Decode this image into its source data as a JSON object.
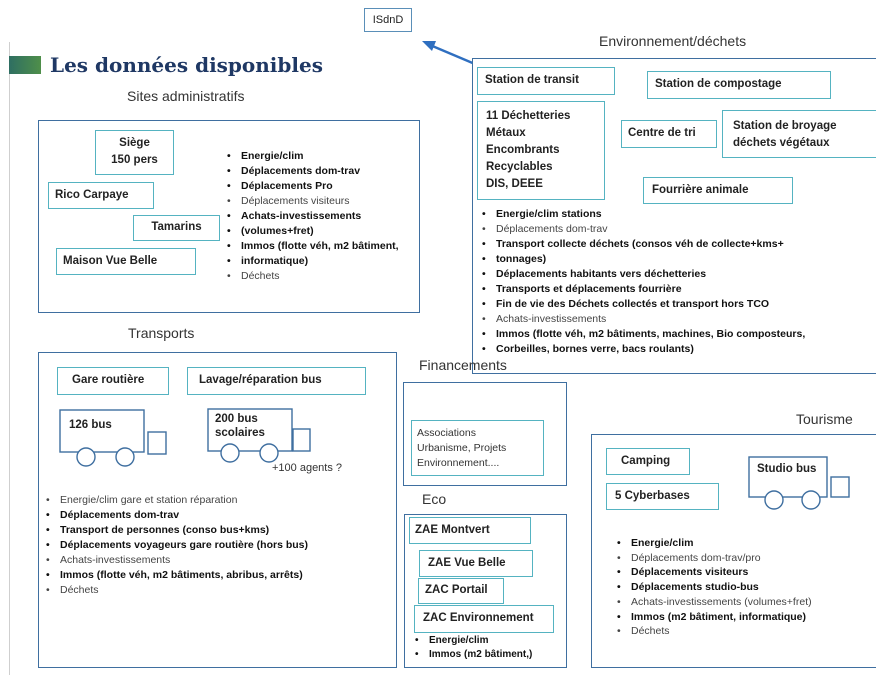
{
  "page_title": "Les données disponibles",
  "isdnd_label": "ISdnD",
  "sections": {
    "sites_admin": {
      "title": "Sites administratifs",
      "boxes": [
        "Siège",
        "150 pers",
        "Rico  Carpaye",
        "Tamarins",
        "Maison Vue Belle"
      ],
      "bullets": [
        {
          "text": "Energie/clim",
          "bold": true
        },
        {
          "text": "Déplacements dom-trav",
          "bold": true
        },
        {
          "text": "Déplacements Pro",
          "bold": true
        },
        {
          "text": "Déplacements visiteurs",
          "bold": false
        },
        {
          "text": "Achats-investissements",
          "bold": true
        },
        {
          "text": "(volumes+fret)",
          "bold": true
        },
        {
          "text": "Immos (flotte véh, m2 bâtiment,",
          "bold": true
        },
        {
          "text": "informatique)",
          "bold": true
        },
        {
          "text": "Déchets",
          "bold": false
        }
      ]
    },
    "environnement": {
      "title": "Environnement/déchets",
      "boxes": {
        "station_transit": "Station de transit",
        "station_compostage": "Station de compostage",
        "dechetteries": [
          "11 Déchetteries",
          "Métaux",
          "Encombrants",
          "Recyclables",
          "DIS, DEEE"
        ],
        "centre_tri": "Centre de tri",
        "station_broyage": [
          "Station de broyage",
          "déchets végétaux"
        ],
        "fourriere": "Fourrière animale"
      },
      "bullets": [
        {
          "text": "Energie/clim stations",
          "bold": true
        },
        {
          "text": "Déplacements dom-trav",
          "bold": false
        },
        {
          "text": "Transport collecte déchets (consos véh de collecte+kms+",
          "bold": true
        },
        {
          "text": "tonnages)",
          "bold": true
        },
        {
          "text": "Déplacements habitants vers déchetteries",
          "bold": true
        },
        {
          "text": "Transports et déplacements fourrière",
          "bold": true
        },
        {
          "text": "Fin de vie des Déchets collectés et transport hors TCO",
          "bold": true
        },
        {
          "text": "Achats-investissements",
          "bold": false
        },
        {
          "text": "Immos (flotte véh, m2 bâtiments, machines, Bio composteurs,",
          "bold": true
        },
        {
          "text": "Corbeilles, bornes verre, bacs roulants)",
          "bold": true
        }
      ]
    },
    "transports": {
      "title": "Transports",
      "boxes": {
        "gare": "Gare routière",
        "lavage": "Lavage/réparation bus"
      },
      "bus1": "126 bus",
      "bus2": [
        "200 bus",
        "scolaires"
      ],
      "agents_note": "+100 agents ?",
      "bullets": [
        {
          "text": "Energie/clim gare et station réparation",
          "bold": false
        },
        {
          "text": "Déplacements dom-trav",
          "bold": true
        },
        {
          "text": "Transport de personnes (conso bus+kms)",
          "bold": true
        },
        {
          "text": "Déplacements voyageurs gare routière (hors bus)",
          "bold": true
        },
        {
          "text": "Achats-investissements",
          "bold": false
        },
        {
          "text": "Immos (flotte véh, m2 bâtiments, abribus, arrêts)",
          "bold": true
        },
        {
          "text": "Déchets",
          "bold": false
        }
      ]
    },
    "financements": {
      "title": "Financements",
      "lines": [
        "Associations",
        "Urbanisme, Projets",
        "Environnement...."
      ]
    },
    "eco": {
      "title": "Eco",
      "boxes": [
        "ZAE Montvert",
        "ZAE Vue Belle",
        "ZAC Portail",
        "ZAC Environnement"
      ],
      "bullets": [
        {
          "text": "Energie/clim",
          "bold": true
        },
        {
          "text": "Immos (m2 bâtiment,)",
          "bold": true
        }
      ]
    },
    "tourisme": {
      "title": "Tourisme",
      "boxes": {
        "camping": "Camping",
        "cyberbases": "5 Cyberbases"
      },
      "studio_bus": "Studio bus",
      "bullets": [
        {
          "text": "Energie/clim",
          "bold": true
        },
        {
          "text": "Déplacements dom-trav/pro",
          "bold": false
        },
        {
          "text": "Déplacements visiteurs",
          "bold": true
        },
        {
          "text": "Déplacements studio-bus",
          "bold": true
        },
        {
          "text": "Achats-investissements (volumes+fret)",
          "bold": false
        },
        {
          "text": "Immos (m2 bâtiment, informatique)",
          "bold": true
        },
        {
          "text": "Déchets",
          "bold": false
        }
      ]
    }
  }
}
